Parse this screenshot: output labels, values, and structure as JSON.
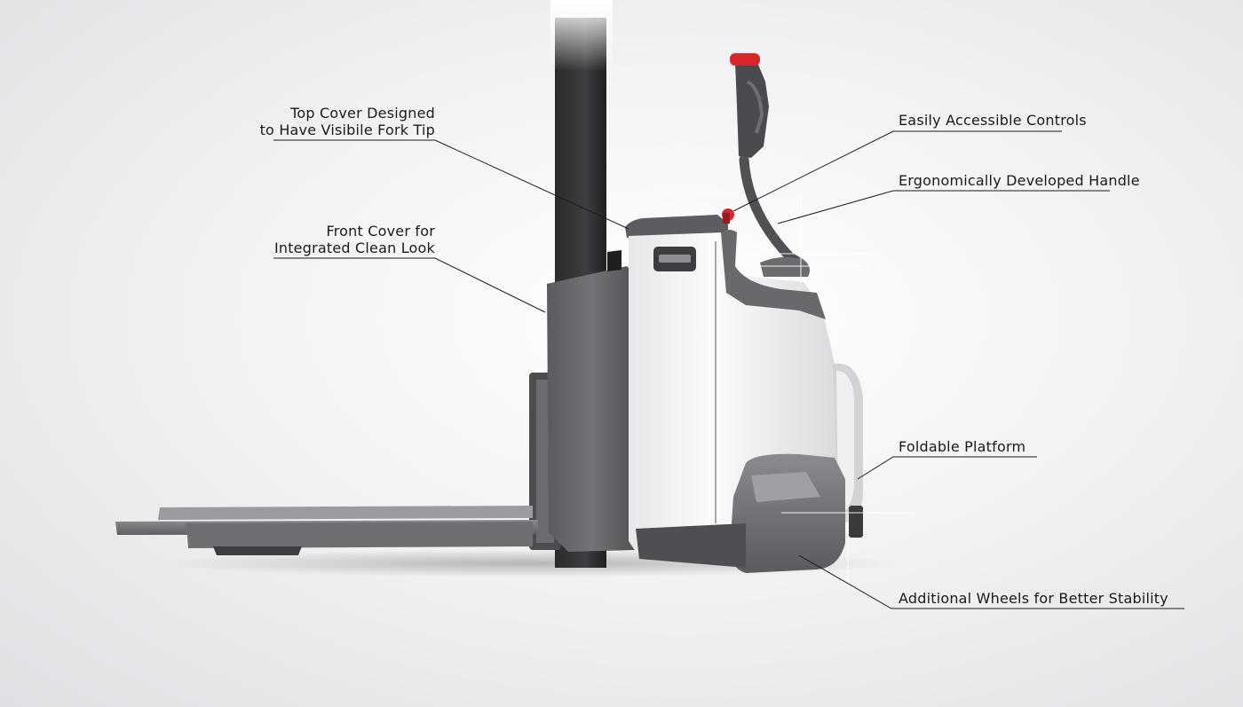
{
  "callouts": {
    "top_cover": [
      "Top Cover Designed",
      "to Have Visibile Fork Tip"
    ],
    "front_cover": [
      "Front Cover for",
      "Integrated Clean Look"
    ],
    "controls": "Easily Accessible Controls",
    "handle": "Ergonomically Developed Handle",
    "platform": "Foldable Platform",
    "wheels": "Additional Wheels for Better Stability"
  },
  "colors": {
    "body_white": "#f4f4f6",
    "body_gray": "#6a6b6e",
    "dark_gray": "#3a3b3d",
    "accent_red": "#d8262b"
  }
}
